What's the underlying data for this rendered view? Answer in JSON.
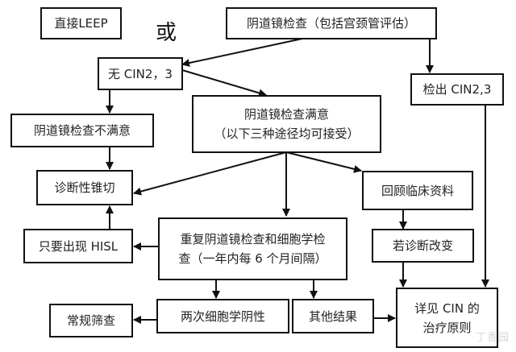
{
  "flowchart": {
    "or_label": "或",
    "nodes": {
      "direct_leep": "直接LEEP",
      "colposcopy": "阴道镜检查（包括宫颈管评估）",
      "no_cin23": "无 CIN2，3",
      "cin23_detected": "检出 CIN2,3",
      "colposcopy_satisfactory_line1": "阴道镜检查满意",
      "colposcopy_satisfactory_line2": "（以下三种途径均可接受）",
      "colposcopy_unsatisfactory": "阴道镜检查不满意",
      "diagnostic_conization": "诊断性锥切",
      "review_clinical_data": "回顾临床资料",
      "if_hsil": "只要出现 HISL",
      "repeat_line1": "重复阴道镜检查和细胞学检",
      "repeat_line2": "查（一年内每 6 个月间隔）",
      "diagnosis_changed": "若诊断改变",
      "routine_screening": "常规筛查",
      "two_negative_cytology": "两次细胞学阴性",
      "other_results": "其他结果",
      "see_cin_treatment_line1": "详见 CIN 的",
      "see_cin_treatment_line2": "治疗原则"
    },
    "watermark": "丁香园"
  }
}
